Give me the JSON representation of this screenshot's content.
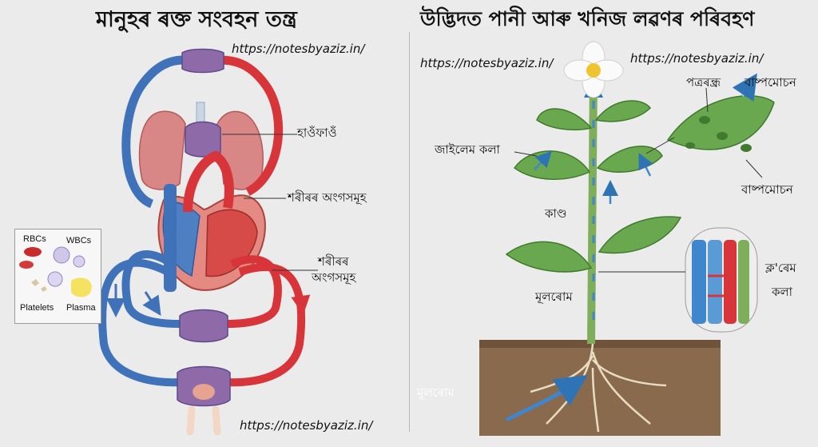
{
  "left_panel": {
    "title": "মানুহৰ ৰক্ত সংবহন তন্ত্ৰ",
    "watermark_top": "https://notesbyaziz.in/",
    "watermark_bottom": "https://notesbyaziz.in/",
    "labels": {
      "lungs": "হাওঁফাওঁ",
      "body_organs_upper": "শৰীৰৰ অংগসমূহ",
      "body_organs_lower_line1": "শৰীৰৰ",
      "body_organs_lower_line2": "অংগসমূহ"
    },
    "blood_components": {
      "rbc": "RBCs",
      "wbc": "WBCs",
      "platelets": "Platelets",
      "plasma": "Plasma"
    }
  },
  "right_panel": {
    "title": "উদ্ভিদত পানী আৰু খনিজ লৱণৰ পৰিবহণ",
    "watermark_left": "https://notesbyaziz.in/",
    "watermark_right": "https://notesbyaziz.in/",
    "labels": {
      "xylem": "জাইলেম কলা",
      "stem": "কাণ্ড",
      "root_hair_stem": "মূলৰোম",
      "root_hair_soil": "মূলৰোম",
      "stomata": "পত্ৰৰন্ধ্ৰ",
      "transpiration_top": "বাষ্পমোচন",
      "transpiration_bottom": "বাষ্পমোচন",
      "xylem_tissue_line1": "ক্ল'ৰেম",
      "xylem_tissue_line2": "কলা"
    }
  },
  "colors": {
    "arterial_red": "#d8353a",
    "venous_blue": "#3f72b8",
    "leaf_green": "#6aa84f",
    "soil_brown": "#8a6a4d"
  }
}
